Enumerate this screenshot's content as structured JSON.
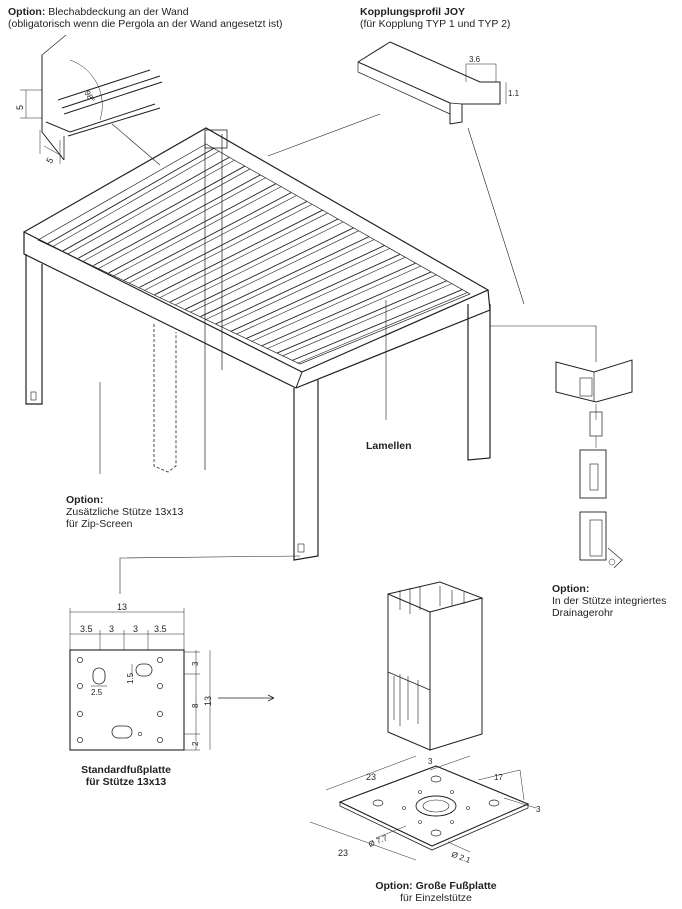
{
  "wall_option": {
    "title_bold": "Option:",
    "title_rest": " Blechabdeckung an der Wand",
    "subtitle": "(obligatorisch wenn die Pergola an der Wand angesetzt ist)",
    "dim_a": "5",
    "dim_b": "5",
    "angle": "98°"
  },
  "coupling": {
    "title": "Kopplungsprofil JOY",
    "subtitle": "(für Kopplung TYP 1 und TYP 2)",
    "dim_w": "3.6",
    "dim_h": "1.1"
  },
  "lamellen": {
    "label": "Lamellen"
  },
  "extra_post": {
    "title": "Option:",
    "line1": "Zusätzliche Stütze 13x13",
    "line2": "für Zip-Screen"
  },
  "drain": {
    "title": "Option:",
    "line1": "In der Stütze integriertes",
    "line2": "Drainagerohr"
  },
  "standard_plate": {
    "total": "13",
    "d1": "3.5",
    "d2": "3",
    "d3": "3",
    "d4": "3.5",
    "slot_w": "2.5",
    "slot_h": "1.5",
    "right_total": "13",
    "right_top": "3",
    "right_mid": "8",
    "right_bot": "2",
    "caption1": "Standardfußplatte",
    "caption2": "für Stütze 13x13"
  },
  "big_plate": {
    "d23a": "23",
    "d23b": "23",
    "d3a": "3",
    "d3b": "3",
    "d17": "17",
    "d77": "Ø 7.7",
    "d21": "Ø 2.1",
    "caption1": "Option: Große Fußplatte",
    "caption2": "für Einzelstütze"
  }
}
